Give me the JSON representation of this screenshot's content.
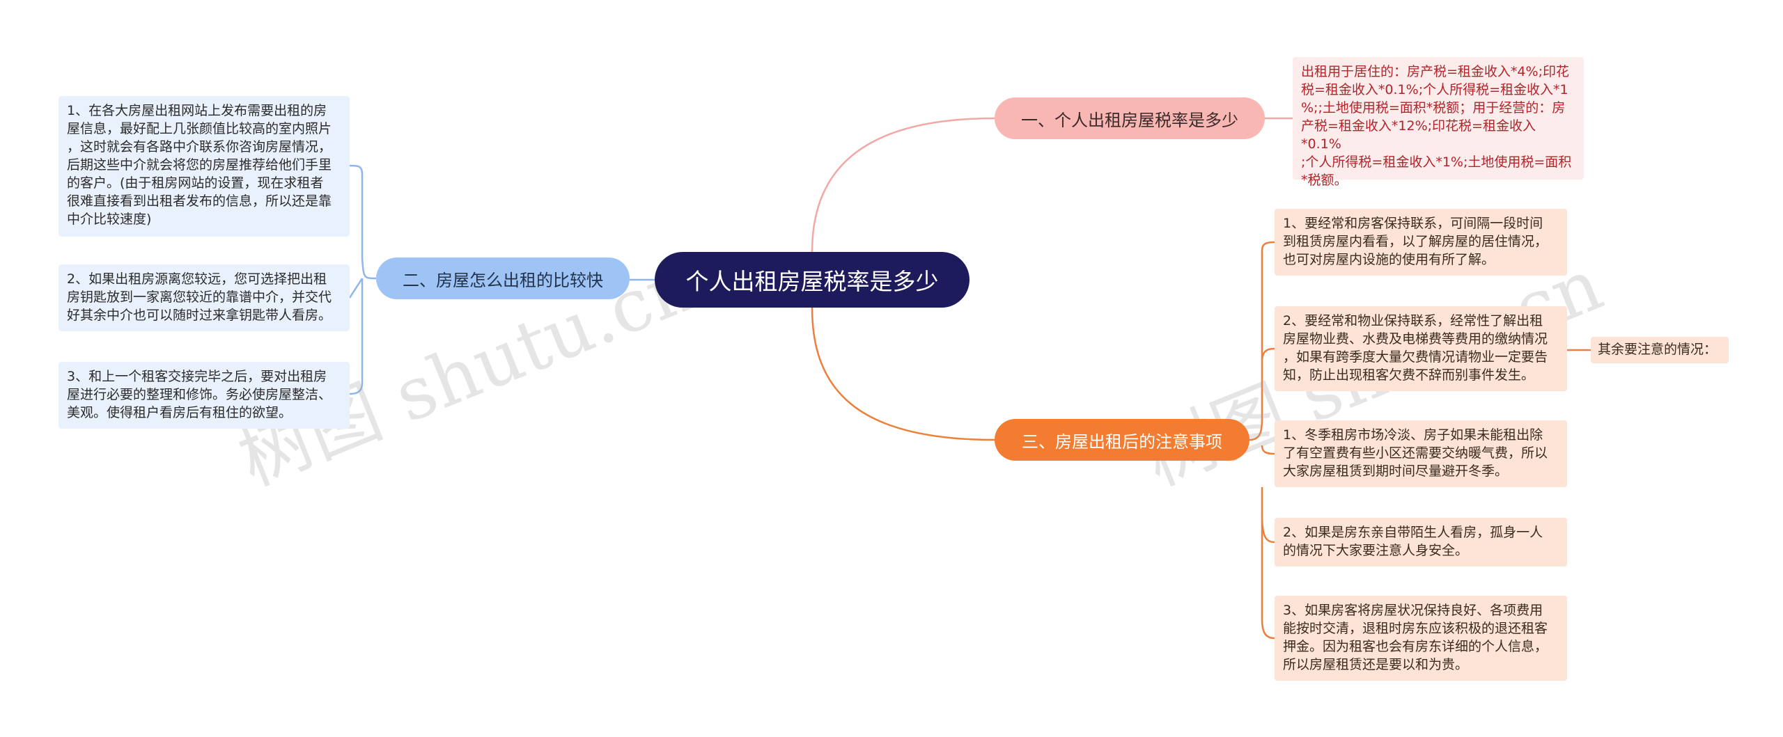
{
  "root": {
    "label": "个人出租房屋税率是多少"
  },
  "branches": [
    {
      "label": "一、个人出租房屋税率是多少",
      "color": "#f9b7b4"
    },
    {
      "label": "二、房屋怎么出租的比较快",
      "color": "#9ec4f6"
    },
    {
      "label": "三、房屋出租后的注意事项",
      "color": "#f47c30"
    }
  ],
  "leaves": {
    "tax_rates": "出租用于居住的：房产税=租金收入*4%;印花\n税=租金收入*0.1%;个人所得税=租金收入*1\n%;;土地使用税=面积*税额；用于经营的：房\n产税=租金收入*12%;印花税=租金收入*0.1%\n;个人所得税=租金收入*1%;土地使用税=面积\n*税额。",
    "rent_fast": [
      "1、在各大房屋出租网站上发布需要出租的房\n屋信息，最好配上几张颜值比较高的室内照片\n，这时就会有各路中介联系你咨询房屋情况，\n后期这些中介就会将您的房屋推荐给他们手里\n的客户。(由于租房网站的设置，现在求租者\n很难直接看到出租者发布的信息，所以还是靠\n中介比较速度)",
      "2、如果出租房源离您较远，您可选择把出租\n房钥匙放到一家离您较近的靠谱中介，并交代\n好其余中介也可以随时过来拿钥匙带人看房。",
      "3、和上一个租客交接完毕之后，要对出租房\n屋进行必要的整理和修饰。务必使房屋整洁、\n美观。使得租户看房后有租住的欲望。"
    ],
    "notes": [
      "1、要经常和房客保持联系，可间隔一段时间\n到租赁房屋内看看，以了解房屋的居住情况，\n也可对房屋内设施的使用有所了解。",
      "2、要经常和物业保持联系，经常性了解出租\n房屋物业费、水费及电梯费等费用的缴纳情况\n，如果有跨季度大量欠费情况请物业一定要告\n知，防止出现租客欠费不辞而别事件发生。",
      "1、冬季租房市场冷淡、房子如果未能租出除\n了有空置费有些小区还需要交纳暖气费，所以\n大家房屋租赁到期时间尽量避开冬季。",
      "2、如果是房东亲自带陌生人看房，孤身一人\n的情况下大家要注意人身安全。",
      "3、如果房客将房屋状况保持良好、各项费用\n能按时交清，退租时房东应该积极的退还租客\n押金。因为租客也会有房东详细的个人信息，\n所以房屋租赁还是要以和为贵。"
    ],
    "other_notes": "其余要注意的情况："
  },
  "watermark": "树图 shutu.cn",
  "colors": {
    "root": "#1d1b5c",
    "red_line": "#f2a8a4",
    "blue_line": "#8fb6ee",
    "orange_line": "#ee7f3a"
  }
}
